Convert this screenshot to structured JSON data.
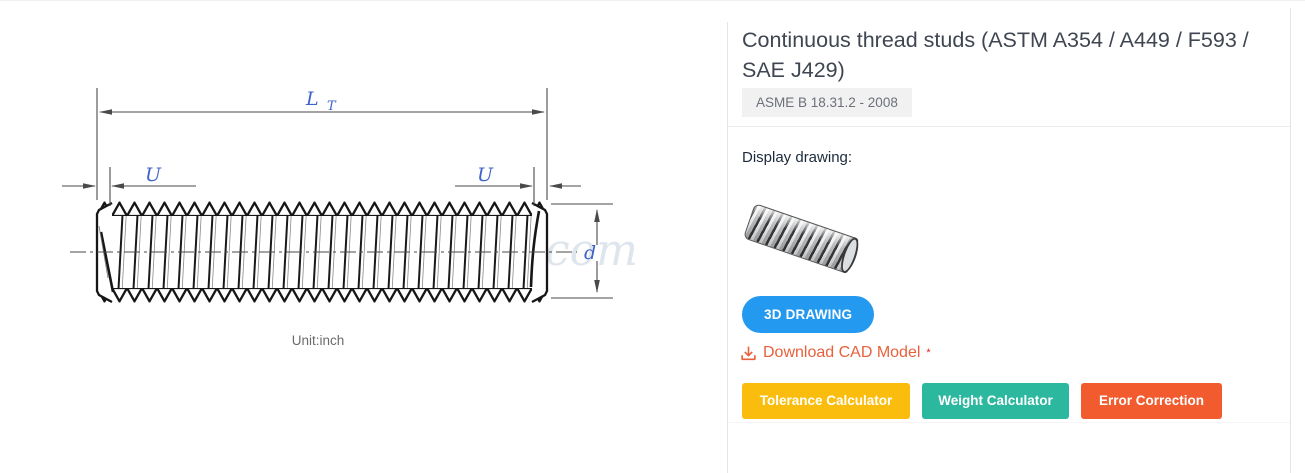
{
  "product": {
    "title": "Continuous thread studs (ASTM A354 / A449 / F593 / SAE J429)",
    "standard_badge": "ASME B 18.31.2 - 2008",
    "display_drawing_label": "Display drawing:"
  },
  "drawing": {
    "labels": {
      "length_main": "L",
      "length_sub": "T",
      "u_left": "U",
      "u_right": "U",
      "diameter": "d"
    },
    "unit": "Unit:inch",
    "watermark": "com"
  },
  "actions": {
    "drawing_3d": "3D DRAWING",
    "download_cad": "Download CAD Model",
    "download_cad_asterisk": "*",
    "tolerance_calculator": "Tolerance Calculator",
    "weight_calculator": "Weight Calculator",
    "error_correction": "Error Correction"
  },
  "colors": {
    "accent_blue": "#2499f0",
    "link_orange": "#e8613c",
    "asterisk_red": "#e02020",
    "btn_yellow": "#fbbd0d",
    "btn_teal": "#2cb89e",
    "btn_orange": "#f15b2e",
    "dim_label_blue": "#3f63c8"
  }
}
